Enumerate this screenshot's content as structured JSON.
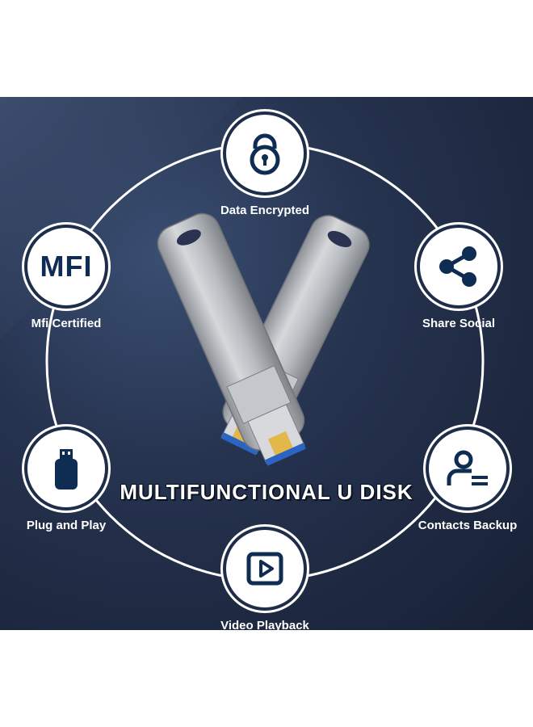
{
  "headline": "MULTIFUNCTIONAL U DISK",
  "features": [
    {
      "label": "Data Encrypted",
      "icon": "lock-icon"
    },
    {
      "label": "Mfi Certified",
      "icon": "mfi-logo",
      "badge_text": "MFI"
    },
    {
      "label": "Share Social",
      "icon": "share-icon"
    },
    {
      "label": "Plug and Play",
      "icon": "usb-drive-icon"
    },
    {
      "label": "Contacts Backup",
      "icon": "contact-card-icon"
    },
    {
      "label": "Video Playback",
      "icon": "play-icon"
    }
  ],
  "colors": {
    "background": "#1f2a42",
    "icon": "#0f2c52",
    "text": "#ffffff"
  }
}
